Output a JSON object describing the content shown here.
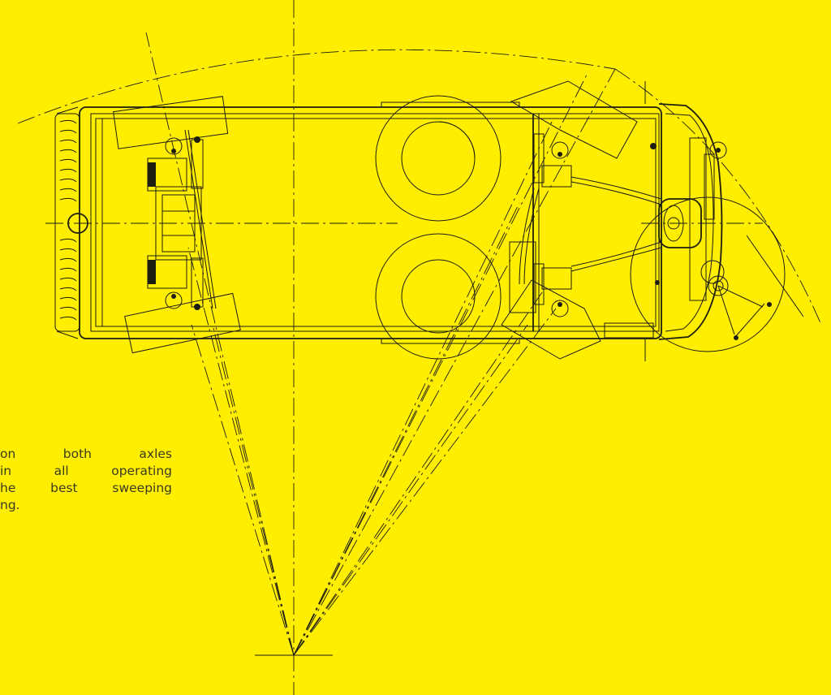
{
  "caption": {
    "lines": [
      "on both axles",
      "in all operating",
      "he best sweeping",
      "ng."
    ]
  },
  "colors": {
    "background": "#ffee00",
    "line": "#1d1d10",
    "text": "#3a3a20"
  },
  "drawing": {
    "subject": "top-view technical line drawing of a street sweeper showing steering radius"
  }
}
